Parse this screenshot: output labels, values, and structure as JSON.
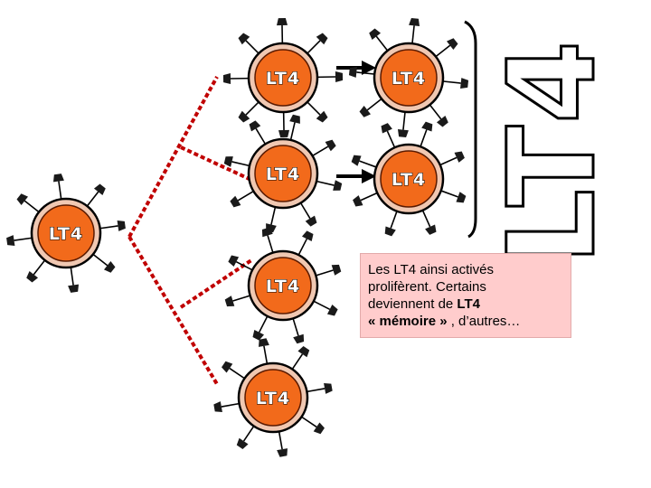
{
  "colors": {
    "cell_fill": "#f26a1b",
    "cell_ring": "#f0c8b2",
    "link_dashed": "#c00000",
    "arrow": "#000000",
    "note_bg": "#ffcccc"
  },
  "cells": [
    {
      "id": "parent",
      "label": "LT4"
    },
    {
      "id": "top-left",
      "label": "LT4"
    },
    {
      "id": "top-right",
      "label": "LT4"
    },
    {
      "id": "mid-left",
      "label": "LT4"
    },
    {
      "id": "mid-right",
      "label": "LT4"
    },
    {
      "id": "lower",
      "label": "LT4"
    },
    {
      "id": "bottom",
      "label": "LT4"
    }
  ],
  "big_label": "LT4",
  "note": {
    "line1": "Les LT4 ainsi activés",
    "line2": "prolifèrent. Certains",
    "line3_prefix": "deviennent de ",
    "line3_bold": "LT4",
    "line4_bold": "« mémoire »",
    "line4_rest": " , d’autres…"
  }
}
